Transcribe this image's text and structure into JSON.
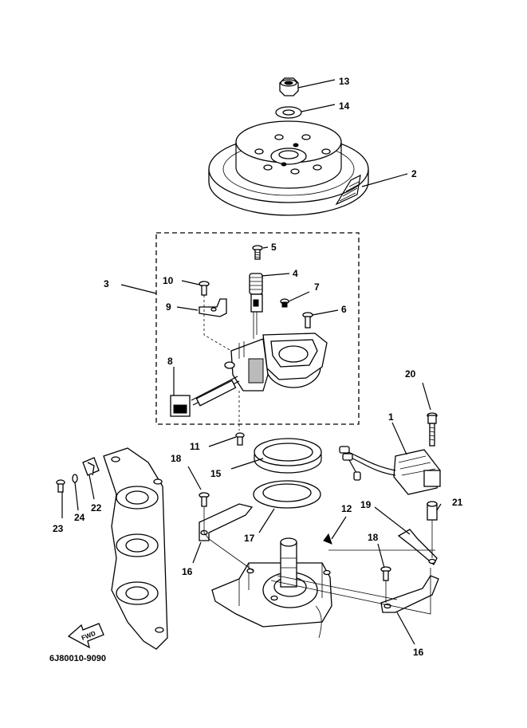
{
  "diagram": {
    "reference_code": "6J80010-9090",
    "direction_label": "FWD",
    "callouts": [
      "13",
      "14",
      "2",
      "5",
      "3",
      "4",
      "10",
      "7",
      "9",
      "6",
      "8",
      "20",
      "1",
      "11",
      "18",
      "15",
      "23",
      "24",
      "22",
      "12",
      "19",
      "21",
      "17",
      "18",
      "16",
      "16"
    ]
  }
}
